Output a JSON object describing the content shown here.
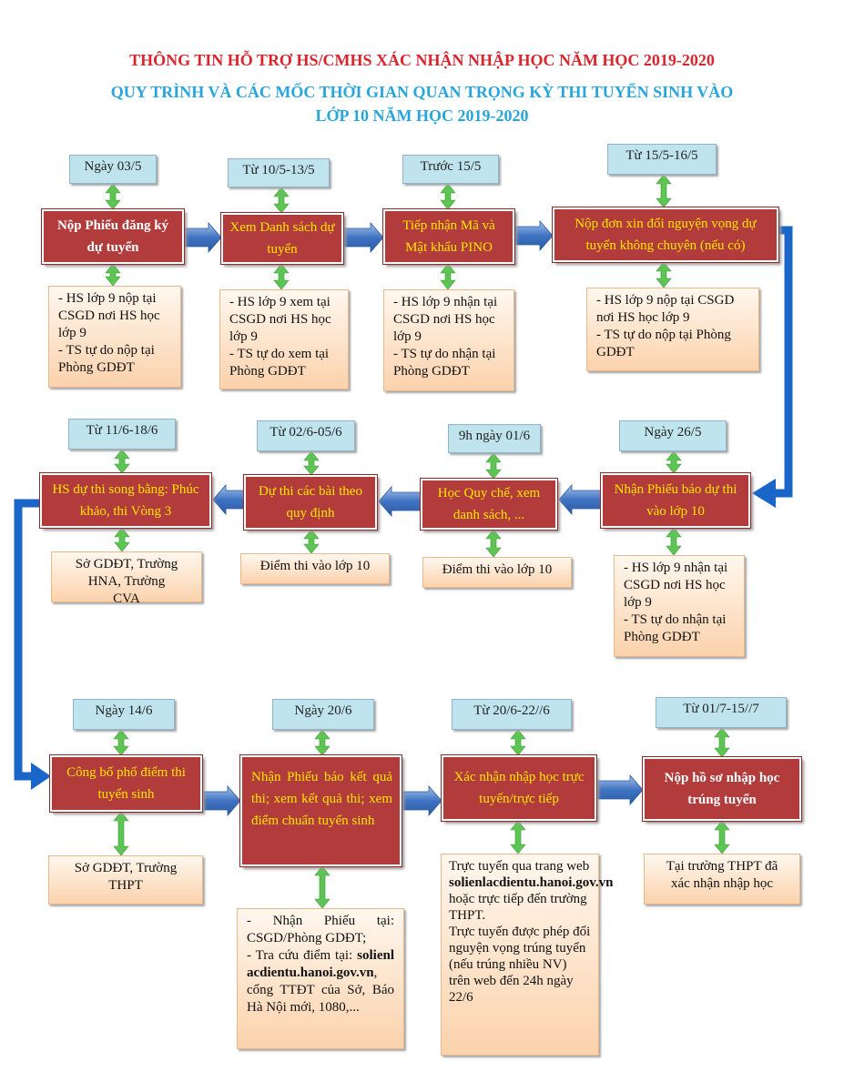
{
  "title_line1": "THÔNG TIN HỖ TRỢ HS/CMHS XÁC NHẬN NHẬP HỌC NĂM HỌC 2019-2020",
  "title_line2": "QUY TRÌNH VÀ CÁC MỐC THỜI GIAN QUAN TRỌNG KỲ THI TUYỂN SINH VÀO",
  "title_line3": "LỚP 10 NĂM HỌC 2019-2020",
  "steps": [
    {
      "date": "Ngày 03/5",
      "label": "Nộp Phiếu đăng ký dự tuyển",
      "note": "- HS lớp 9 nộp tại CSGD nơi HS học lớp 9\n- TS tự do nộp tại Phòng GDĐT"
    },
    {
      "date": "Từ 10/5-13/5",
      "label": "Xem Danh sách dự tuyển",
      "note": "- HS lớp 9 xem tại CSGD nơi HS học lớp 9\n- TS tự do xem tại Phòng GDĐT"
    },
    {
      "date": "Trước 15/5",
      "label": "Tiếp nhận Mã và Mật khẩu PINO",
      "note": "- HS lớp 9 nhận tại CSGD nơi HS học lớp 9\n- TS tự do nhận tại Phòng GDĐT"
    },
    {
      "date": "Từ 15/5-16/5",
      "label": "Nộp đơn xin đổi nguyện vọng dự tuyển không chuyên (nếu có)",
      "note": "- HS lớp 9 nộp tại CSGD nơi HS học lớp 9\n- TS tự do nộp tại Phòng GDĐT"
    },
    {
      "date": "Ngày 26/5",
      "label": "Nhận Phiếu báo dự thi vào lớp 10",
      "note": "- HS lớp 9 nhận tại CSGD nơi HS học lớp 9\n- TS tự do nhận tại Phòng GDĐT"
    },
    {
      "date": "9h ngày 01/6",
      "label": "Học Quy chế, xem danh sách, ...",
      "note": "Điểm thi vào lớp 10"
    },
    {
      "date": "Từ 02/6-05/6",
      "label": "Dự thi các bài theo quy định",
      "note": "Điểm thi vào lớp 10"
    },
    {
      "date": "Từ 11/6-18/6",
      "label": "HS dự thi song bằng: Phúc khảo, thi Vòng 3",
      "note": "Sở GDĐT, Trường HNA, Trường CVA"
    },
    {
      "date": "Ngày 14/6",
      "label": "Công bố phổ điểm thi tuyển sinh",
      "note": "Sở GDĐT, Trường THPT"
    },
    {
      "date": "Ngày 20/6",
      "label": "Nhận Phiếu báo kết quả thi; xem kết quả thi; xem điểm chuẩn tuyển sinh",
      "note_parts": [
        "- Nhận Phiếu tại: CSGD/Phòng GDĐT;\n- Tra cứu điểm tại: ",
        "solienlacdientu.hanoi.gov.vn",
        ", cổng TTĐT của Sở, Báo Hà Nội mới, 1080,..."
      ]
    },
    {
      "date": "Từ 20/6-22//6",
      "label": "Xác nhận nhập học trực tuyến/trực tiếp",
      "note_parts": [
        "Trực tuyến qua trang web ",
        "solienlacdientu.hanoi.gov.vn",
        " hoặc trực tiếp đến trường THPT.\nTrực tuyến được phép đổi nguyện vọng trúng tuyển (nếu trúng nhiều NV) trên web đến 24h ngày 22/6"
      ]
    },
    {
      "date": "Từ 01/7-15//7",
      "label": "Nộp hồ sơ nhập học trúng tuyển",
      "note": "Tại trường THPT đã xác nhận nhập học"
    }
  ]
}
